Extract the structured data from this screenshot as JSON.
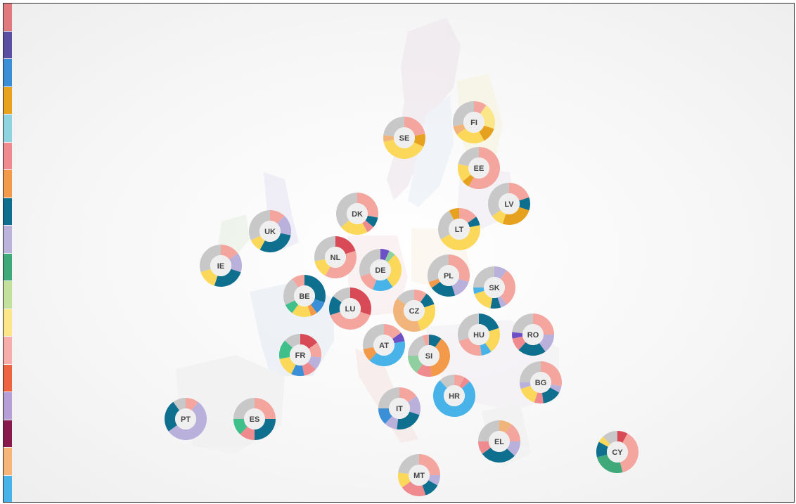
{
  "legend": {
    "colors": [
      "#e07a7f",
      "#5b4fa3",
      "#3a8fd6",
      "#e8a21e",
      "#8fd3e0",
      "#ef8a8f",
      "#f2994a",
      "#0e6f8f",
      "#bcb3dc",
      "#3fa97a",
      "#c3e09c",
      "#fde58a",
      "#f7aeaa",
      "#ec6440",
      "#b59fd6",
      "#8a1a4d",
      "#f6b67a",
      "#47b3e8"
    ]
  },
  "countries": [
    {
      "code": "SE",
      "segments": [
        {
          "color": "#f3a59e",
          "value": 22
        },
        {
          "color": "#e6a21e",
          "value": 10
        },
        {
          "color": "#fbd85a",
          "value": 40
        },
        {
          "color": "#f1b47a",
          "value": 5
        },
        {
          "color": "#c8c8c8",
          "value": 23
        }
      ]
    },
    {
      "code": "FI",
      "segments": [
        {
          "color": "#f3a59e",
          "value": 10
        },
        {
          "color": "#fbe68a",
          "value": 20
        },
        {
          "color": "#e6a21e",
          "value": 12
        },
        {
          "color": "#fbd85a",
          "value": 23
        },
        {
          "color": "#f1b47a",
          "value": 7
        },
        {
          "color": "#c8c8c8",
          "value": 28
        }
      ]
    },
    {
      "code": "EE",
      "segments": [
        {
          "color": "#f3a59e",
          "value": 58
        },
        {
          "color": "#e6a21e",
          "value": 6
        },
        {
          "color": "#fbd85a",
          "value": 14
        },
        {
          "color": "#c8c8c8",
          "value": 22
        }
      ]
    },
    {
      "code": "LV",
      "segments": [
        {
          "color": "#f3a59e",
          "value": 20
        },
        {
          "color": "#0e6f8f",
          "value": 10
        },
        {
          "color": "#e6a21e",
          "value": 25
        },
        {
          "color": "#fbd85a",
          "value": 10
        },
        {
          "color": "#c8c8c8",
          "value": 35
        }
      ]
    },
    {
      "code": "LT",
      "segments": [
        {
          "color": "#f3a59e",
          "value": 15
        },
        {
          "color": "#0e6f8f",
          "value": 7
        },
        {
          "color": "#fbd85a",
          "value": 45
        },
        {
          "color": "#c8c8c8",
          "value": 25
        },
        {
          "color": "#e6a21e",
          "value": 8
        }
      ]
    },
    {
      "code": "DK",
      "segments": [
        {
          "color": "#f3a59e",
          "value": 28
        },
        {
          "color": "#0e6f8f",
          "value": 8
        },
        {
          "color": "#ef8a8f",
          "value": 6
        },
        {
          "color": "#fbd85a",
          "value": 22
        },
        {
          "color": "#c8c8c8",
          "value": 36
        }
      ]
    },
    {
      "code": "UK",
      "segments": [
        {
          "color": "#f3a59e",
          "value": 12
        },
        {
          "color": "#b9b0dc",
          "value": 16
        },
        {
          "color": "#0e6f8f",
          "value": 30
        },
        {
          "color": "#fbd85a",
          "value": 10
        },
        {
          "color": "#c8c8c8",
          "value": 32
        }
      ]
    },
    {
      "code": "IE",
      "segments": [
        {
          "color": "#f3a59e",
          "value": 15
        },
        {
          "color": "#b9b0dc",
          "value": 15
        },
        {
          "color": "#0e6f8f",
          "value": 25
        },
        {
          "color": "#fbd85a",
          "value": 15
        },
        {
          "color": "#c8c8c8",
          "value": 30
        }
      ]
    },
    {
      "code": "NL",
      "segments": [
        {
          "color": "#d84a55",
          "value": 20
        },
        {
          "color": "#f3a59e",
          "value": 38
        },
        {
          "color": "#fbd85a",
          "value": 14
        },
        {
          "color": "#c8c8c8",
          "value": 28
        }
      ]
    },
    {
      "code": "DE",
      "segments": [
        {
          "color": "#6d4fc6",
          "value": 7
        },
        {
          "color": "#8fcfa0",
          "value": 5
        },
        {
          "color": "#fbd85a",
          "value": 28
        },
        {
          "color": "#47b3e8",
          "value": 16
        },
        {
          "color": "#f3a59e",
          "value": 14
        },
        {
          "color": "#c8c8c8",
          "value": 30
        }
      ]
    },
    {
      "code": "PL",
      "segments": [
        {
          "color": "#f3a59e",
          "value": 30
        },
        {
          "color": "#b9b0dc",
          "value": 15
        },
        {
          "color": "#0e6f8f",
          "value": 20
        },
        {
          "color": "#f2994a",
          "value": 5
        },
        {
          "color": "#c8c8c8",
          "value": 30
        }
      ]
    },
    {
      "code": "SK",
      "segments": [
        {
          "color": "#b9b0dc",
          "value": 10
        },
        {
          "color": "#f3a59e",
          "value": 30
        },
        {
          "color": "#b9b0dc",
          "value": 5
        },
        {
          "color": "#0e6f8f",
          "value": 8
        },
        {
          "color": "#fbd85a",
          "value": 17
        },
        {
          "color": "#47b3e8",
          "value": 5
        },
        {
          "color": "#c8c8c8",
          "value": 25
        }
      ]
    },
    {
      "code": "BE",
      "segments": [
        {
          "color": "#0e6f8f",
          "value": 30
        },
        {
          "color": "#3a8fd6",
          "value": 10
        },
        {
          "color": "#f2994a",
          "value": 5
        },
        {
          "color": "#fbd85a",
          "value": 15
        },
        {
          "color": "#3fc08a",
          "value": 8
        },
        {
          "color": "#c8c8c8",
          "value": 22
        },
        {
          "color": "#f3a59e",
          "value": 10
        }
      ]
    },
    {
      "code": "LU",
      "segments": [
        {
          "color": "#d84a55",
          "value": 30
        },
        {
          "color": "#f3a59e",
          "value": 40
        },
        {
          "color": "#0e6f8f",
          "value": 15
        },
        {
          "color": "#c8c8c8",
          "value": 15
        }
      ]
    },
    {
      "code": "CZ",
      "segments": [
        {
          "color": "#f3a59e",
          "value": 10
        },
        {
          "color": "#0e6f8f",
          "value": 10
        },
        {
          "color": "#fbd85a",
          "value": 25
        },
        {
          "color": "#f1b47a",
          "value": 40
        },
        {
          "color": "#c8c8c8",
          "value": 15
        }
      ]
    },
    {
      "code": "HU",
      "segments": [
        {
          "color": "#0e6f8f",
          "value": 20
        },
        {
          "color": "#fbd85a",
          "value": 20
        },
        {
          "color": "#47b3e8",
          "value": 8
        },
        {
          "color": "#f3a59e",
          "value": 22
        },
        {
          "color": "#c8c8c8",
          "value": 30
        }
      ]
    },
    {
      "code": "RO",
      "segments": [
        {
          "color": "#f3a59e",
          "value": 25
        },
        {
          "color": "#b9b0dc",
          "value": 15
        },
        {
          "color": "#0e6f8f",
          "value": 22
        },
        {
          "color": "#ef8a8f",
          "value": 10
        },
        {
          "color": "#6d4fc6",
          "value": 5
        },
        {
          "color": "#c8c8c8",
          "value": 23
        }
      ]
    },
    {
      "code": "FR",
      "segments": [
        {
          "color": "#d84a55",
          "value": 15
        },
        {
          "color": "#f3a59e",
          "value": 12
        },
        {
          "color": "#b9b0dc",
          "value": 10
        },
        {
          "color": "#ef8a8f",
          "value": 10
        },
        {
          "color": "#3a8fd6",
          "value": 10
        },
        {
          "color": "#fbd85a",
          "value": 15
        },
        {
          "color": "#3fc08a",
          "value": 15
        },
        {
          "color": "#c8c8c8",
          "value": 13
        }
      ]
    },
    {
      "code": "AT",
      "segments": [
        {
          "color": "#f3a59e",
          "value": 15
        },
        {
          "color": "#6d4fc6",
          "value": 7
        },
        {
          "color": "#47b3e8",
          "value": 40
        },
        {
          "color": "#f2994a",
          "value": 10
        },
        {
          "color": "#c8c8c8",
          "value": 28
        }
      ]
    },
    {
      "code": "SI",
      "segments": [
        {
          "color": "#0e6f8f",
          "value": 10
        },
        {
          "color": "#f2994a",
          "value": 38
        },
        {
          "color": "#ef8a8f",
          "value": 12
        },
        {
          "color": "#8fcfa0",
          "value": 15
        },
        {
          "color": "#c8c8c8",
          "value": 20
        },
        {
          "color": "#f3a59e",
          "value": 5
        }
      ]
    },
    {
      "code": "BG",
      "segments": [
        {
          "color": "#f3a59e",
          "value": 28
        },
        {
          "color": "#b9b0dc",
          "value": 5
        },
        {
          "color": "#0e6f8f",
          "value": 15
        },
        {
          "color": "#ef8a8f",
          "value": 7
        },
        {
          "color": "#fbd85a",
          "value": 15
        },
        {
          "color": "#b9b0dc",
          "value": 5
        },
        {
          "color": "#c8c8c8",
          "value": 25
        }
      ]
    },
    {
      "code": "HR",
      "segments": [
        {
          "color": "#f3a59e",
          "value": 8
        },
        {
          "color": "#ef8a8f",
          "value": 5
        },
        {
          "color": "#47b3e8",
          "value": 75
        },
        {
          "color": "#c8c8c8",
          "value": 12
        }
      ]
    },
    {
      "code": "IT",
      "segments": [
        {
          "color": "#f3a59e",
          "value": 15
        },
        {
          "color": "#b9b0dc",
          "value": 15
        },
        {
          "color": "#0e6f8f",
          "value": 22
        },
        {
          "color": "#b9b0dc",
          "value": 10
        },
        {
          "color": "#3a8fd6",
          "value": 13
        },
        {
          "color": "#c8c8c8",
          "value": 25
        }
      ]
    },
    {
      "code": "PT",
      "segments": [
        {
          "color": "#f3a59e",
          "value": 10
        },
        {
          "color": "#b9b0dc",
          "value": 55
        },
        {
          "color": "#0e6f8f",
          "value": 25
        },
        {
          "color": "#c8c8c8",
          "value": 10
        }
      ]
    },
    {
      "code": "ES",
      "segments": [
        {
          "color": "#f3a59e",
          "value": 25
        },
        {
          "color": "#0e6f8f",
          "value": 25
        },
        {
          "color": "#ef8a8f",
          "value": 12
        },
        {
          "color": "#3fc08a",
          "value": 13
        },
        {
          "color": "#c8c8c8",
          "value": 25
        }
      ]
    },
    {
      "code": "EL",
      "segments": [
        {
          "color": "#f1b47a",
          "value": 10
        },
        {
          "color": "#f3a59e",
          "value": 15
        },
        {
          "color": "#b9b0dc",
          "value": 12
        },
        {
          "color": "#0e6f8f",
          "value": 28
        },
        {
          "color": "#ef8a8f",
          "value": 10
        },
        {
          "color": "#c8c8c8",
          "value": 25
        }
      ]
    },
    {
      "code": "CY",
      "segments": [
        {
          "color": "#d84a55",
          "value": 8
        },
        {
          "color": "#f3a59e",
          "value": 38
        },
        {
          "color": "#3fa97a",
          "value": 25
        },
        {
          "color": "#0e6f8f",
          "value": 12
        },
        {
          "color": "#fbd85a",
          "value": 5
        },
        {
          "color": "#c8c8c8",
          "value": 12
        }
      ]
    },
    {
      "code": "MT",
      "segments": [
        {
          "color": "#f3a59e",
          "value": 25
        },
        {
          "color": "#b9b0dc",
          "value": 8
        },
        {
          "color": "#0e6f8f",
          "value": 12
        },
        {
          "color": "#ef8a8f",
          "value": 20
        },
        {
          "color": "#fbd85a",
          "value": 12
        },
        {
          "color": "#c8c8c8",
          "value": 23
        }
      ]
    }
  ]
}
